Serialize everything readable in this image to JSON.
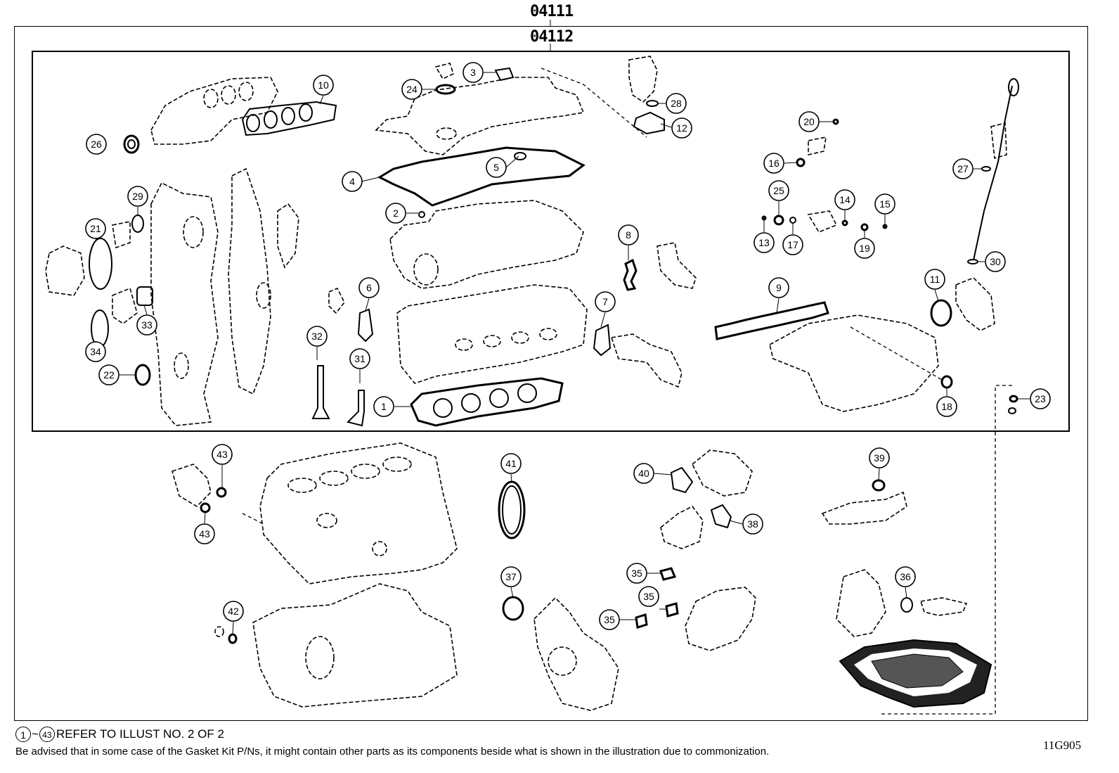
{
  "kit_numbers": {
    "outer": "04111",
    "inner": "04112"
  },
  "callouts": [
    {
      "label": "1"
    },
    {
      "label": "2"
    },
    {
      "label": "3"
    },
    {
      "label": "4"
    },
    {
      "label": "5"
    },
    {
      "label": "6"
    },
    {
      "label": "7"
    },
    {
      "label": "8"
    },
    {
      "label": "9"
    },
    {
      "label": "10"
    },
    {
      "label": "11"
    },
    {
      "label": "12"
    },
    {
      "label": "13"
    },
    {
      "label": "14"
    },
    {
      "label": "15"
    },
    {
      "label": "16"
    },
    {
      "label": "17"
    },
    {
      "label": "18"
    },
    {
      "label": "19"
    },
    {
      "label": "20"
    },
    {
      "label": "21"
    },
    {
      "label": "22"
    },
    {
      "label": "23"
    },
    {
      "label": "24"
    },
    {
      "label": "25"
    },
    {
      "label": "26"
    },
    {
      "label": "27"
    },
    {
      "label": "28"
    },
    {
      "label": "29"
    },
    {
      "label": "30"
    },
    {
      "label": "31"
    },
    {
      "label": "32"
    },
    {
      "label": "33"
    },
    {
      "label": "34"
    },
    {
      "label": "35"
    },
    {
      "label": "35"
    },
    {
      "label": "35"
    },
    {
      "label": "36"
    },
    {
      "label": "37"
    },
    {
      "label": "38"
    },
    {
      "label": "39"
    },
    {
      "label": "40"
    },
    {
      "label": "41"
    },
    {
      "label": "42"
    },
    {
      "label": "43"
    },
    {
      "label": "43"
    }
  ],
  "footer": {
    "range_start": "1",
    "range_tilde": "~",
    "range_end": "43",
    "reference_text": "REFER TO ILLUST NO. 2 OF 2",
    "note": "Be advised that in some case of the Gasket Kit P/Ns,  it might contain other parts as its components beside what is shown in the illustration due to commonization.",
    "drawing_number": "11G905"
  }
}
